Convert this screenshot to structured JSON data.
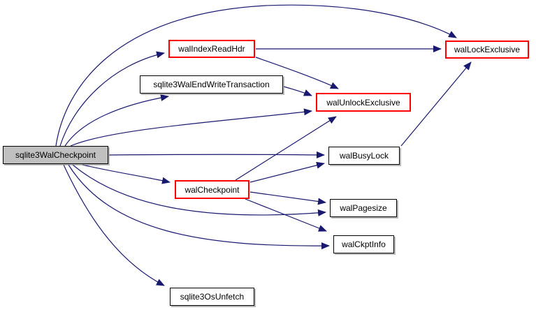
{
  "diagram": {
    "type": "call-graph",
    "root_function": "sqlite3WalCheckpoint",
    "colors": {
      "edge": "#191970",
      "node_border": "#000000",
      "highlight_border": "#ff0000",
      "root_fill": "#c0c0c0",
      "node_fill": "#ffffff",
      "text": "#000000",
      "background": "#ffffff"
    },
    "nodes": [
      {
        "id": "sqlite3WalCheckpoint",
        "label": "sqlite3WalCheckpoint",
        "style": "root"
      },
      {
        "id": "walIndexReadHdr",
        "label": "walIndexReadHdr",
        "style": "highlight"
      },
      {
        "id": "sqlite3WalEndWriteTransaction",
        "label": "sqlite3WalEndWriteTransaction",
        "style": "normal"
      },
      {
        "id": "walUnlockExclusive",
        "label": "walUnlockExclusive",
        "style": "highlight"
      },
      {
        "id": "walLockExclusive",
        "label": "walLockExclusive",
        "style": "highlight"
      },
      {
        "id": "walBusyLock",
        "label": "walBusyLock",
        "style": "normal"
      },
      {
        "id": "walCheckpoint",
        "label": "walCheckpoint",
        "style": "highlight"
      },
      {
        "id": "walPagesize",
        "label": "walPagesize",
        "style": "normal"
      },
      {
        "id": "walCkptInfo",
        "label": "walCkptInfo",
        "style": "normal"
      },
      {
        "id": "sqlite3OsUnfetch",
        "label": "sqlite3OsUnfetch",
        "style": "normal"
      }
    ],
    "edges": [
      {
        "from": "sqlite3WalCheckpoint",
        "to": "walIndexReadHdr"
      },
      {
        "from": "sqlite3WalCheckpoint",
        "to": "sqlite3WalEndWriteTransaction"
      },
      {
        "from": "sqlite3WalCheckpoint",
        "to": "walUnlockExclusive"
      },
      {
        "from": "sqlite3WalCheckpoint",
        "to": "walLockExclusive"
      },
      {
        "from": "sqlite3WalCheckpoint",
        "to": "walBusyLock"
      },
      {
        "from": "sqlite3WalCheckpoint",
        "to": "walCheckpoint"
      },
      {
        "from": "sqlite3WalCheckpoint",
        "to": "walPagesize"
      },
      {
        "from": "sqlite3WalCheckpoint",
        "to": "walCkptInfo"
      },
      {
        "from": "sqlite3WalCheckpoint",
        "to": "sqlite3OsUnfetch"
      },
      {
        "from": "walIndexReadHdr",
        "to": "walLockExclusive"
      },
      {
        "from": "walIndexReadHdr",
        "to": "walUnlockExclusive"
      },
      {
        "from": "sqlite3WalEndWriteTransaction",
        "to": "walUnlockExclusive"
      },
      {
        "from": "walCheckpoint",
        "to": "walUnlockExclusive"
      },
      {
        "from": "walCheckpoint",
        "to": "walBusyLock"
      },
      {
        "from": "walCheckpoint",
        "to": "walPagesize"
      },
      {
        "from": "walCheckpoint",
        "to": "walCkptInfo"
      },
      {
        "from": "walBusyLock",
        "to": "walLockExclusive"
      }
    ]
  }
}
